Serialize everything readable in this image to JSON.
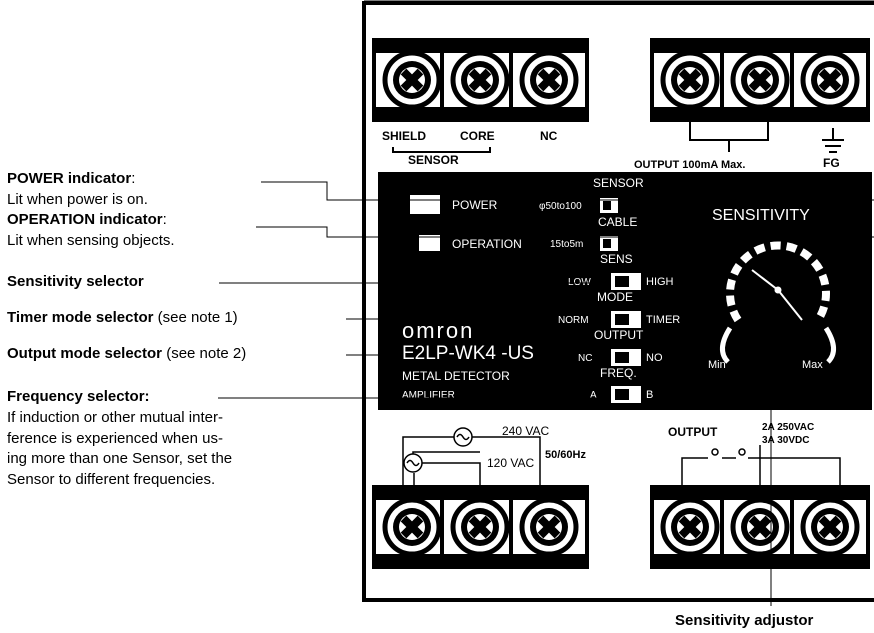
{
  "annotations": {
    "power_title": "POWER indicator",
    "power_colon": ":",
    "power_desc": "Lit when power is on.",
    "operation_title": "OPERATION indicator",
    "operation_colon": ":",
    "operation_desc": "Lit when sensing objects.",
    "sensitivity_selector": "Sensitivity selector",
    "timer_mode_title": "Timer mode selector",
    "timer_mode_note": " (see note 1)",
    "output_mode_title": "Output mode selector",
    "output_mode_note": " (see note 2)",
    "frequency_title": "Frequency selector:",
    "frequency_desc_lines": [
      "If induction or other mutual inter-",
      "ference is experienced when us-",
      "ing more than one Sensor, set the",
      "Sensor to different frequencies."
    ],
    "sensitivity_adjustor": "Sensitivity adjustor"
  },
  "device": {
    "top_labels": {
      "shield": "SHIELD",
      "core": "CORE",
      "nc": "NC",
      "sensor": "SENSOR",
      "output_load": "OUTPUT  100mA  Max.",
      "fg": "FG"
    },
    "panel": {
      "power": "POWER",
      "operation": "OPERATION",
      "sensor": "SENSOR",
      "sensor_left": "φ50to100",
      "cable": "CABLE",
      "cable_left": "15to5m",
      "sens": "SENS",
      "low": "LOW",
      "high": "HIGH",
      "mode": "MODE",
      "norm": "NORM",
      "timer": "TIMER",
      "output": "OUTPUT",
      "nc": "NC",
      "no": "NO",
      "freq": "FREQ.",
      "a": "A",
      "b": "B",
      "brand": "omron",
      "model": "E2LP-WK4 -US",
      "desc1": "METAL DETECTOR",
      "desc2": "AMPLIFIER",
      "sensitivity": "SENSITIVITY",
      "min": "Min",
      "max": "Max"
    },
    "bottom_labels": {
      "v240": "240 VAC",
      "v120": "120 VAC",
      "hz": "50/60Hz",
      "output": "OUTPUT",
      "rating1": "2A  250VAC",
      "rating2": "3A  30VDC"
    }
  },
  "colors": {
    "panel": "#000000",
    "label_text": "#ffffff",
    "indicator": "#ffffff",
    "background": "#ffffff"
  }
}
